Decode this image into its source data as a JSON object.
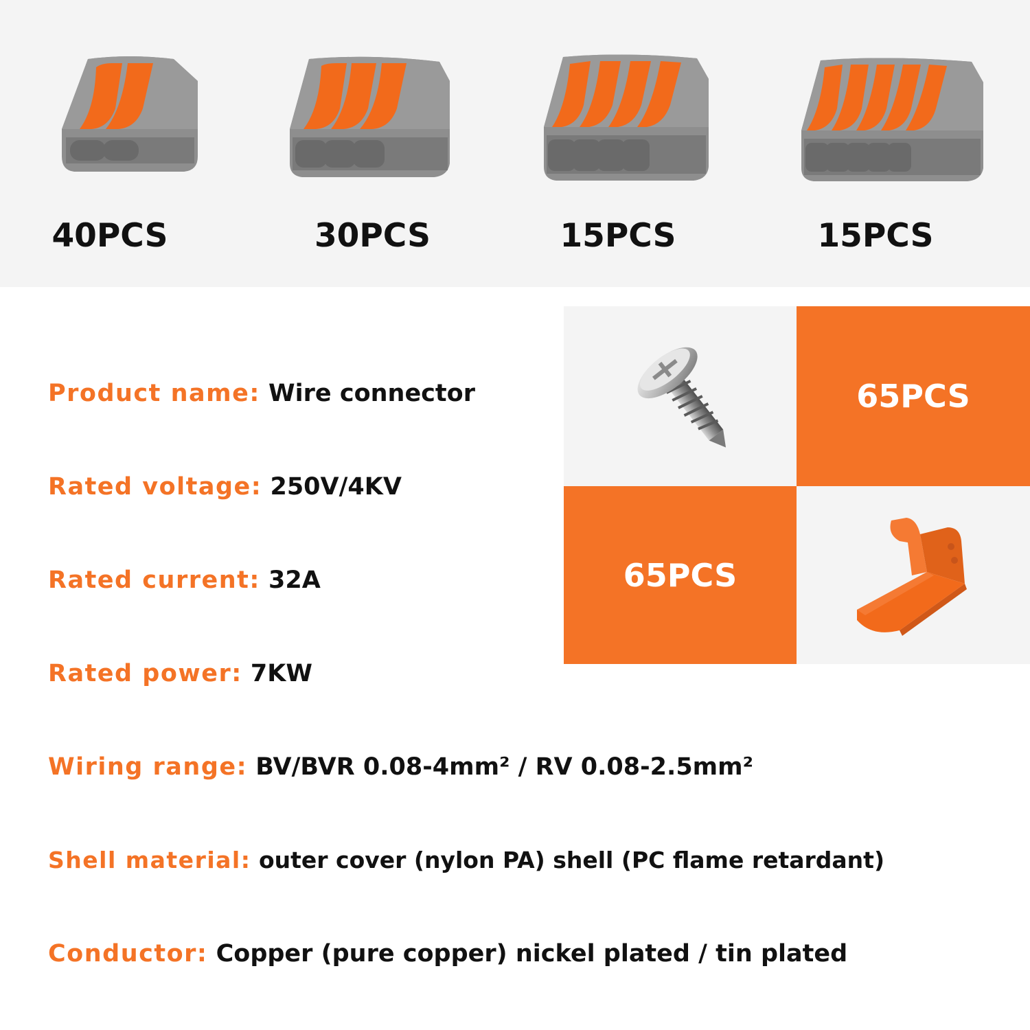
{
  "colors": {
    "accent": "#f47326",
    "connector_gray": "#8e8e8e",
    "lever_orange": "#f26a1b",
    "text": "#111111",
    "panel": "#f4f4f4"
  },
  "connectors": [
    {
      "pcs": "40PCS",
      "icon": "2-port-lever-connector-icon"
    },
    {
      "pcs": "30PCS",
      "icon": "3-port-lever-connector-icon"
    },
    {
      "pcs": "15PCS",
      "icon": "4-port-lever-connector-icon"
    },
    {
      "pcs": "15PCS",
      "icon": "5-port-lever-connector-icon"
    }
  ],
  "specs": [
    {
      "key": "Product name:",
      "value": "Wire connector"
    },
    {
      "key": "Rated voltage:",
      "value": "250V/4KV"
    },
    {
      "key": "Rated current:",
      "value": "32A"
    },
    {
      "key": "Rated power:",
      "value": "7KW"
    },
    {
      "key": "Wiring range:",
      "value": "BV/BVR 0.08-4mm² / RV 0.08-2.5mm²"
    },
    {
      "key": "Shell material:",
      "value": "outer cover (nylon PA)  shell (PC flame retardant)"
    },
    {
      "key": "Conductor:",
      "value": "Copper (pure copper) nickel plated / tin plated"
    }
  ],
  "accessories": {
    "screw": {
      "pcs": "65PCS",
      "icon": "screw-icon"
    },
    "bracket": {
      "pcs": "65PCS",
      "icon": "mounting-bracket-icon"
    }
  }
}
